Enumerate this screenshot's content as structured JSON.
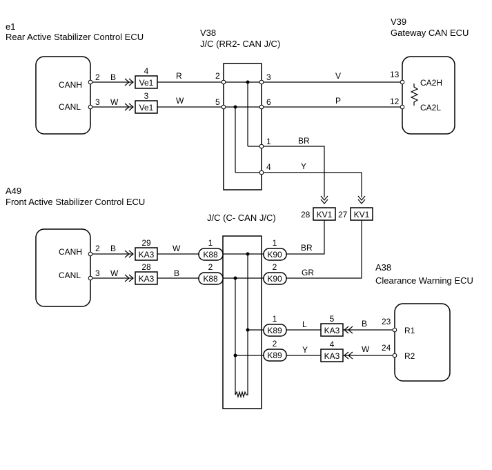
{
  "ecu_e1": {
    "code": "e1",
    "name": "Rear Active Stabilizer Control ECU",
    "pin_canh": "CANH",
    "pin_canl": "CANL"
  },
  "jc_v38": {
    "code": "V38",
    "name": "J/C (RR2- CAN J/C)"
  },
  "ecu_v39": {
    "code": "V39",
    "name": "Gateway CAN ECU",
    "pin_ca2h": "CA2H",
    "pin_ca2l": "CA2L"
  },
  "ecu_a49": {
    "code": "A49",
    "name": "Front Active Stabilizer Control ECU",
    "pin_canh": "CANH",
    "pin_canl": "CANL"
  },
  "jc_ccan": {
    "name": "J/C (C- CAN J/C)"
  },
  "ecu_a38": {
    "code": "A38",
    "name": "Clearance Warning ECU",
    "pin_r1": "R1",
    "pin_r2": "R2"
  },
  "top": {
    "e1_canh_pin": "2",
    "e1_canh_color": "B",
    "ve1a_pin": "4",
    "ve1a_label": "Ve1",
    "r_color": "R",
    "v38_p2": "2",
    "v38_p3": "3",
    "v_color": "V",
    "v39_p13": "13",
    "e1_canl_pin": "3",
    "e1_canl_color": "W",
    "ve1b_pin": "3",
    "ve1b_label": "Ve1",
    "w_color": "W",
    "v38_p5": "5",
    "v38_p6": "6",
    "p_color": "P",
    "v39_p12": "12",
    "v38_p1": "1",
    "br_color": "BR",
    "v38_p4": "4",
    "y_color": "Y"
  },
  "kv1": {
    "left_pin": "28",
    "left_label": "KV1",
    "right_pin": "27",
    "right_label": "KV1"
  },
  "mid": {
    "a49_canh_pin": "2",
    "a49_canh_color": "B",
    "ka3a_pin": "29",
    "ka3a_label": "KA3",
    "w1_color": "W",
    "k88a_pin": "1",
    "k88a_label": "K88",
    "k90a_pin": "1",
    "k90a_label": "K90",
    "br_color": "BR",
    "a49_canl_pin": "3",
    "a49_canl_color": "W",
    "ka3b_pin": "28",
    "ka3b_label": "KA3",
    "b1_color": "B",
    "k88b_pin": "2",
    "k88b_label": "K88",
    "k90b_pin": "2",
    "k90b_label": "K90",
    "gr_color": "GR"
  },
  "bottom": {
    "k89a_pin": "1",
    "k89a_label": "K89",
    "l_color": "L",
    "ka3c_pin": "5",
    "ka3c_label": "KA3",
    "b_color": "B",
    "a38_p23": "23",
    "k89b_pin": "2",
    "k89b_label": "K89",
    "y_color": "Y",
    "ka3d_pin": "4",
    "ka3d_label": "KA3",
    "w_color": "W",
    "a38_p24": "24"
  },
  "colors": {
    "line": "#000000",
    "background": "#ffffff"
  }
}
